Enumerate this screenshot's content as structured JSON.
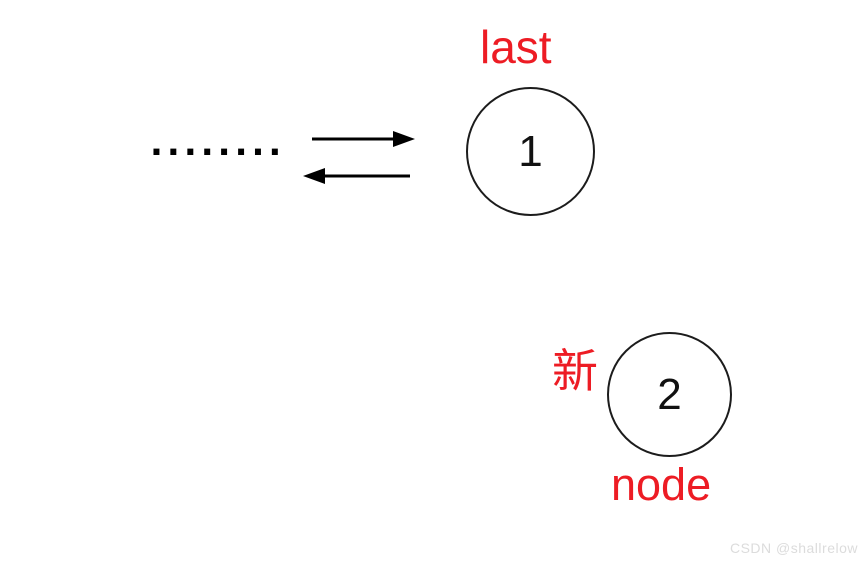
{
  "diagram": {
    "last_label": "last",
    "node1_value": "1",
    "node2_value": "2",
    "new_label": "新",
    "node_label": "node",
    "ellipsis": "........"
  },
  "colors": {
    "accent_red": "#ed1c24",
    "stroke_black": "#1c1c1c",
    "watermark_gray": "#dcdcdc",
    "background": "#ffffff"
  },
  "watermark": "CSDN @shallrelow"
}
